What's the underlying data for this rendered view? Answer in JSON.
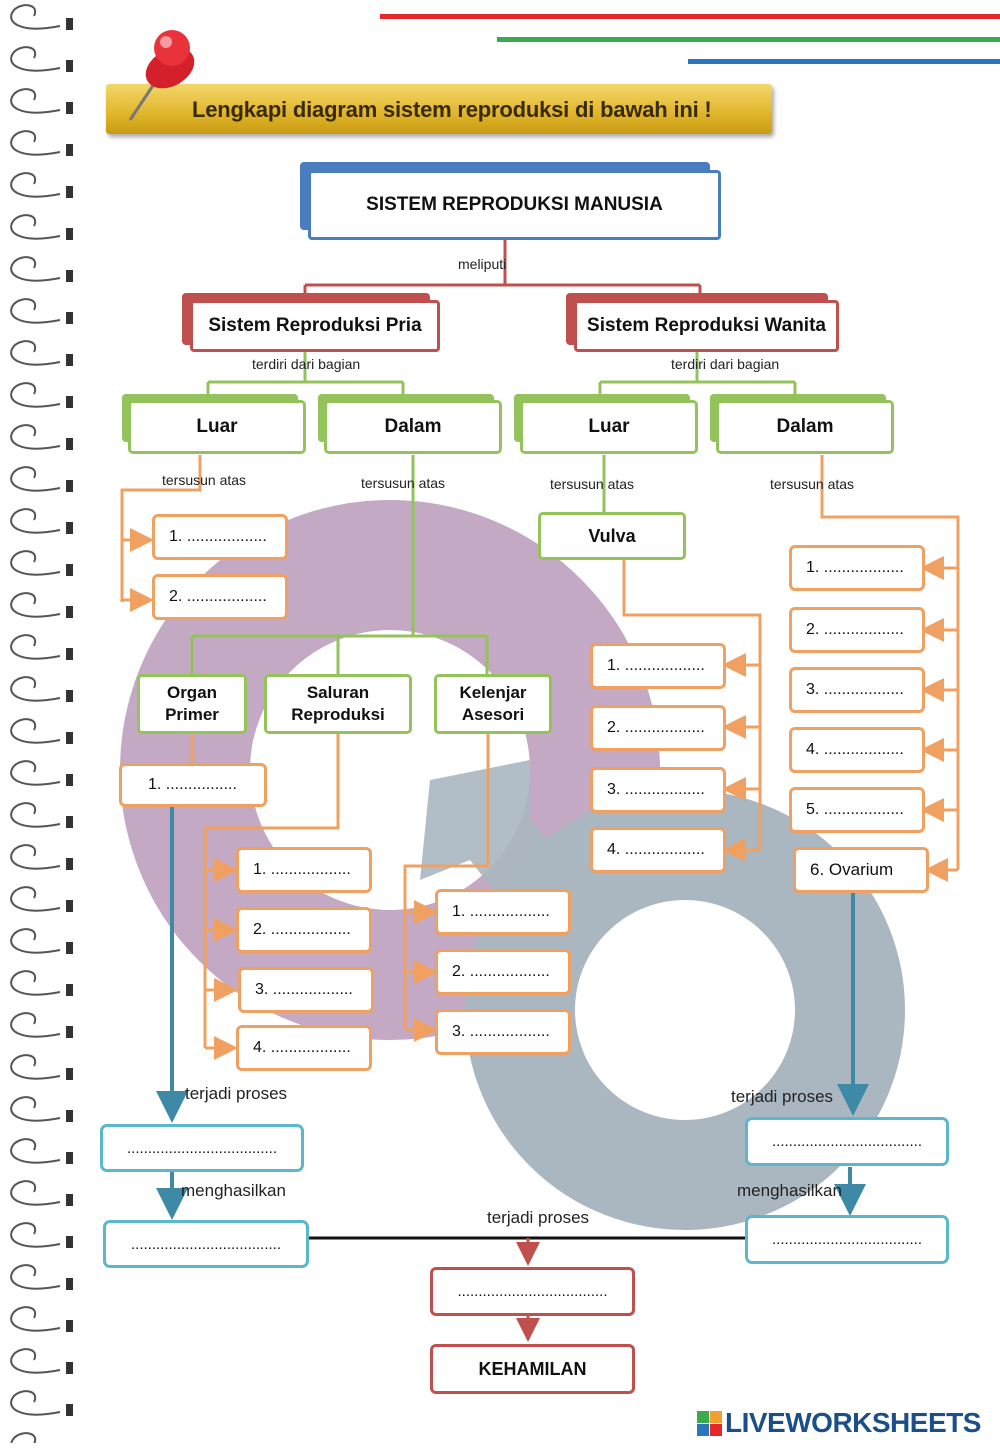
{
  "banner": {
    "title": "Lengkapi diagram sistem reproduksi di bawah ini !"
  },
  "root": "SISTEM REPRODUKSI MANUSIA",
  "edge_labels": {
    "meliputi": "meliputi",
    "terdiri_pria": "terdiri dari bagian",
    "terdiri_wanita": "terdiri dari bagian",
    "tersusun_1": "tersusun atas",
    "tersusun_2": "tersusun atas",
    "tersusun_3": "tersusun atas",
    "tersusun_4": "tersusun atas",
    "terjadi_proses_left": "terjadi proses",
    "terjadi_proses_right": "terjadi proses",
    "terjadi_proses_center": "terjadi proses",
    "menghasilkan_left": "menghasilkan",
    "menghasilkan_right": "menghasilkan"
  },
  "pria": {
    "title": "Sistem Reproduksi Pria",
    "luar": "Luar",
    "dalam": "Dalam",
    "luar_items": [
      "1. ..................",
      "2. .................."
    ],
    "organ_primer": "Organ Primer",
    "saluran_reproduksi": "Saluran Reproduksi",
    "kelenjar_asesori": "Kelenjar Asesori",
    "organ_primer_item": "1. ................",
    "saluran_items": [
      "1. ..................",
      "2. ..................",
      "3. ..................",
      "4. .................."
    ],
    "kelenjar_items": [
      "1. ..................",
      "2. ..................",
      "3. .................."
    ]
  },
  "wanita": {
    "title": "Sistem Reproduksi Wanita",
    "luar": "Luar",
    "dalam": "Dalam",
    "vulva": "Vulva",
    "vulva_items": [
      "1. ..................",
      "2. ..................",
      "3. ..................",
      "4. .................."
    ],
    "dalam_items": [
      "1. ..................",
      "2. ..................",
      "3. ..................",
      "4. ..................",
      "5. ..................",
      "6. Ovarium"
    ]
  },
  "process": {
    "left_process": "....................................",
    "left_result": "....................................",
    "right_process": "....................................",
    "right_result": "....................................",
    "center_result": "....................................",
    "final": "KEHAMILAN"
  },
  "footer": {
    "brand": "LIVEWORKSHEETS"
  },
  "colors": {
    "orange": "#f0a060",
    "green": "#93c35a",
    "teal": "#5bb7cc",
    "red": "#c0504d",
    "blue": "#4a7cc0",
    "female_symbol": "#c3a9c4",
    "male_symbol": "#aab7c1"
  }
}
